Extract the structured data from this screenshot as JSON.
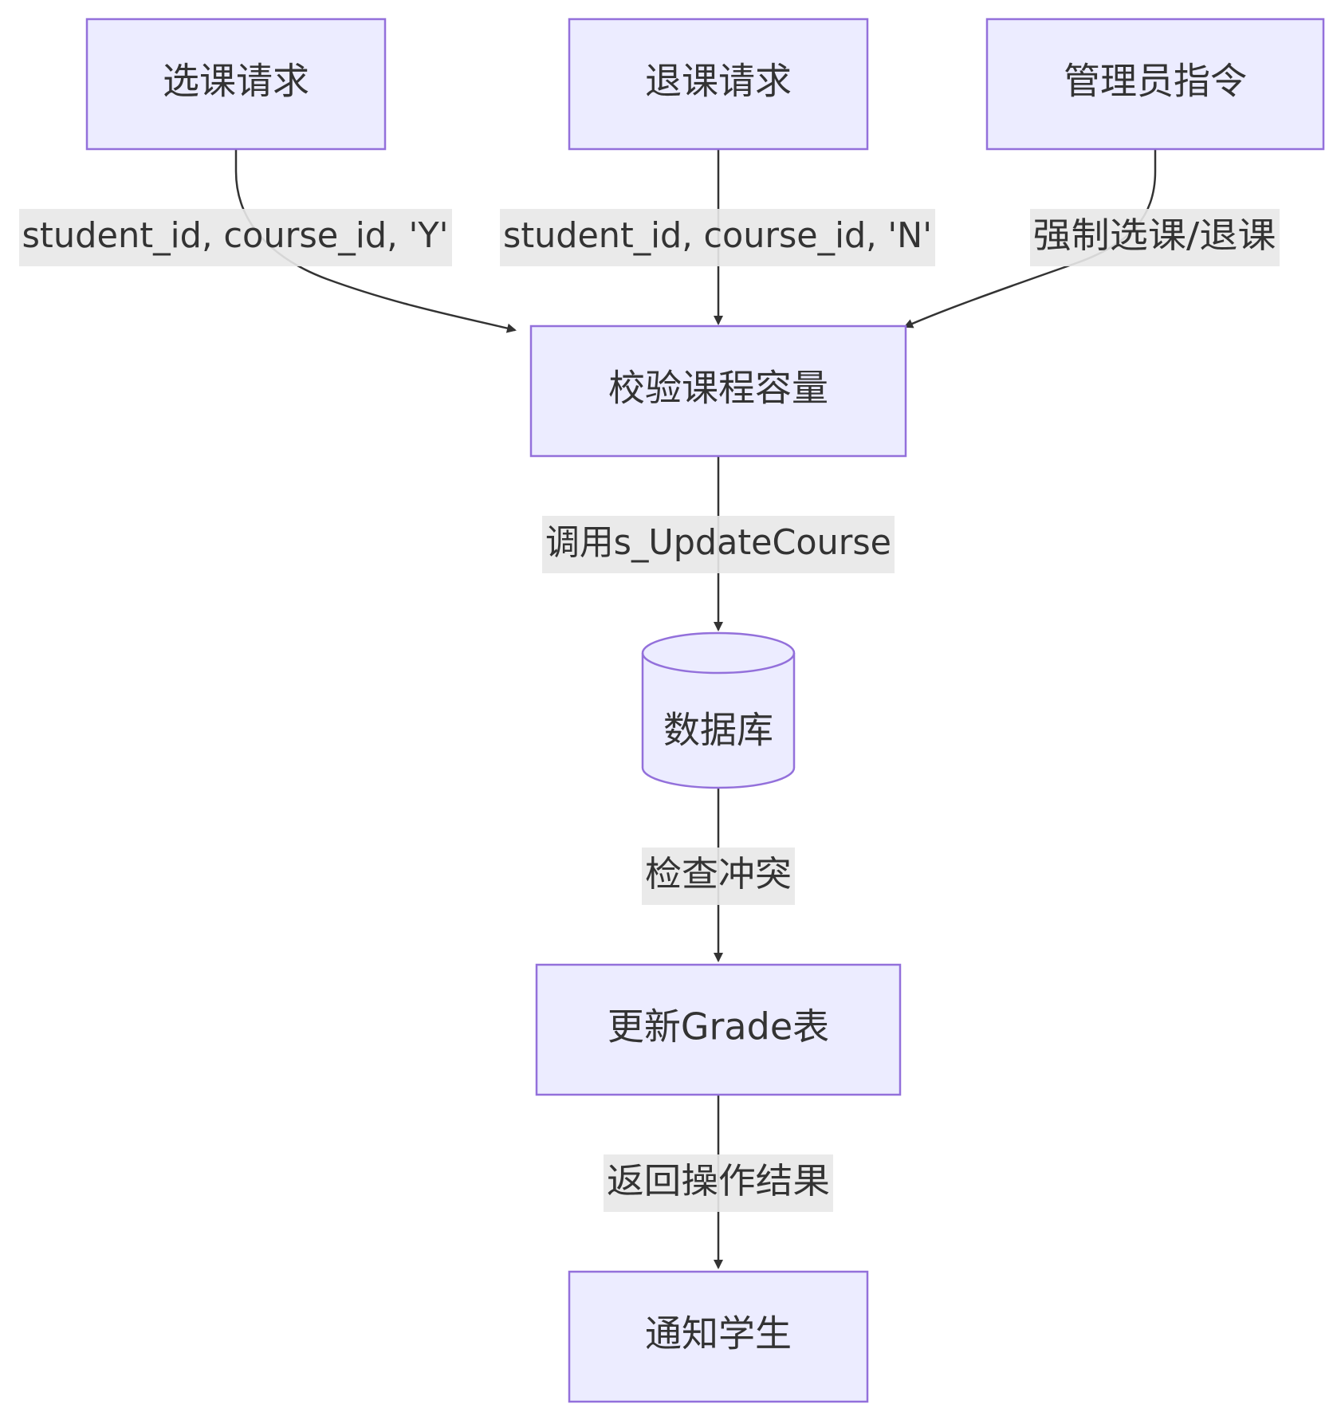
{
  "diagram": {
    "colors": {
      "node_fill": "#ECECFF",
      "node_stroke": "#9370DB",
      "edge": "#333333",
      "label_bg": "#E8E8E8",
      "text": "#333333"
    },
    "nodes": {
      "enroll_request": "选课请求",
      "drop_request": "退课请求",
      "admin_command": "管理员指令",
      "check_capacity": "校验课程容量",
      "database": "数据库",
      "update_grade": "更新Grade表",
      "notify_student": "通知学生"
    },
    "edges": {
      "enroll_to_check": "student_id, course_id, 'Y'",
      "drop_to_check": "student_id, course_id, 'N'",
      "admin_to_check": "强制选课/退课",
      "check_to_db": "调用s_UpdateCourse",
      "db_to_update": "检查冲突",
      "update_to_notify": "返回操作结果"
    }
  }
}
